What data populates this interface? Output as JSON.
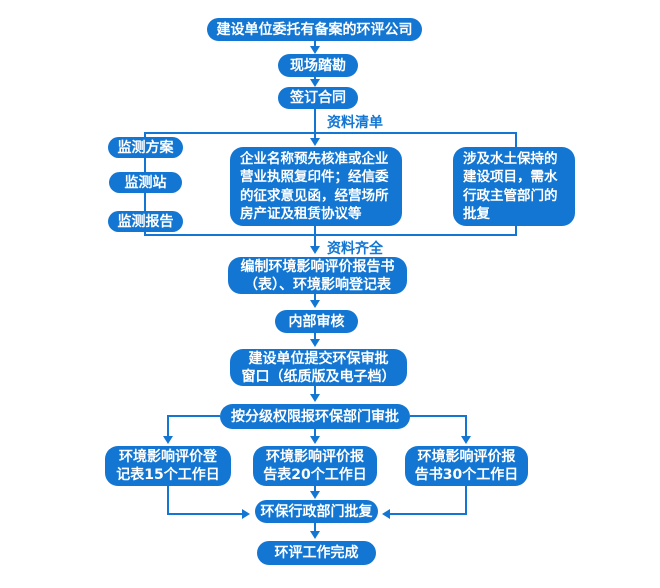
{
  "flowchart": {
    "nodes": {
      "entrust": "建设单位委托有备案的环评公司",
      "site_survey": "现场踏勘",
      "sign_contract": "签订合同",
      "monitor_plan": "监测方案",
      "monitor_station": "监测站",
      "monitor_report": "监测报告",
      "enterprise_docs": "企业名称预先核准或企业\n营业执照复印件；经信委\n的征求意见函，经营场所\n房产证及租赁协议等",
      "water_soil": "涉及水土保持的\n建设项目，需水\n行政主管部门的\n批复",
      "compile_report": "编制环境影响评价报告书\n（表）、环境影响登记表",
      "internal_review": "内部审核",
      "submit_window": "建设单位提交环保审批\n窗口（纸质版及电子档）",
      "report_by_level": "按分级权限报环保部门审批",
      "register_form_days": "环境影响评价登\n记表15个工作日",
      "report_form_days": "环境影响评价报\n告表20个工作日",
      "report_book_days": "环境影响评价报\n告书30个工作日",
      "approval": "环保行政部门批复",
      "complete": "环评工作完成"
    },
    "edge_labels": {
      "materials_list": "资料清单",
      "materials_complete": "资料齐全"
    },
    "colors": {
      "primary": "#1376d2",
      "node_text": "#ffffff",
      "background": "#ffffff"
    }
  }
}
